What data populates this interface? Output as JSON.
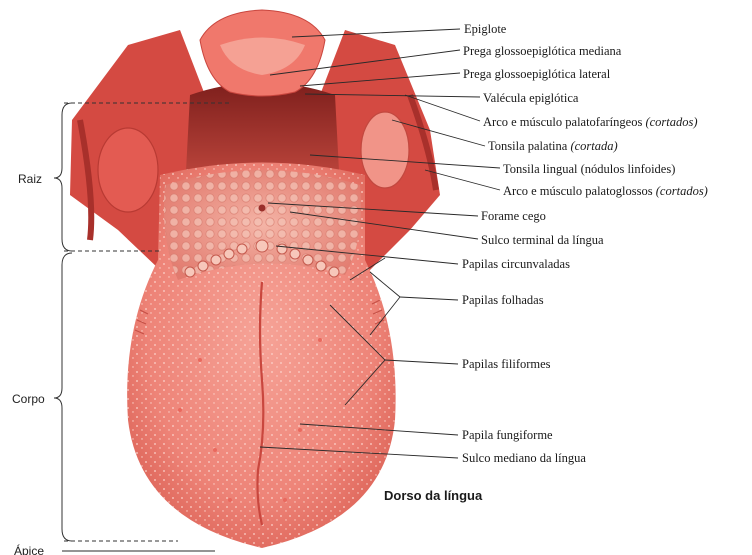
{
  "caption": "Dorso da língua",
  "regions": {
    "raiz": "Raiz",
    "corpo": "Corpo",
    "apice": "Ápice"
  },
  "labels": {
    "epiglote": "Epiglote",
    "prega_mediana": "Prega glossoepiglótica mediana",
    "prega_lateral": "Prega glossoepiglótica lateral",
    "valecula": "Valécula epiglótica",
    "arco_palatofaringeos": "Arco e músculo palatofaríngeos",
    "arco_palatofaringeos_note": "(cortados)",
    "tonsila_palatina": "Tonsila palatina",
    "tonsila_palatina_note": "(cortada)",
    "tonsila_lingual": "Tonsila lingual (nódulos linfoides)",
    "arco_palatoglossos": "Arco e músculo palatoglossos",
    "arco_palatoglossos_note": "(cortados)",
    "forame_cego": "Forame cego",
    "sulco_terminal": "Sulco terminal da língua",
    "papilas_circunvaladas": "Papilas circunvaladas",
    "papilas_folhadas": "Papilas folhadas",
    "papilas_filiformes": "Papilas filiformes",
    "papila_fungiforme": "Papila fungiforme",
    "sulco_mediano": "Sulco mediano da língua"
  },
  "colors": {
    "tongue": "#f08a80",
    "tongue_dark": "#d9584f",
    "pharynx": "#c2403a",
    "cavity": "#8e2a26",
    "tissue_light": "#f7b3a6"
  }
}
